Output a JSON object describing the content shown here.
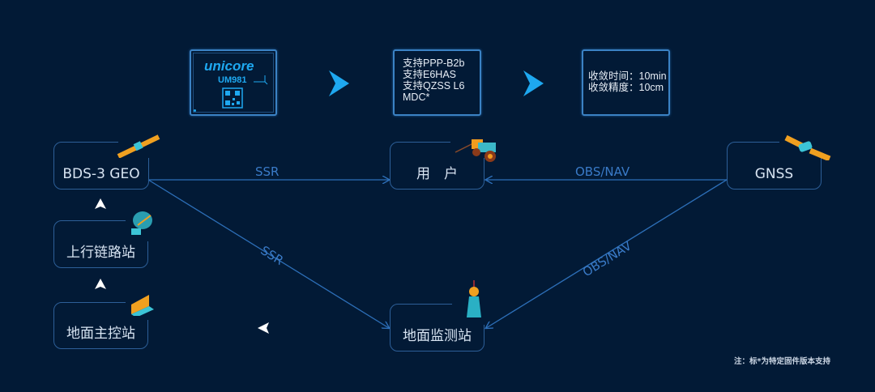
{
  "chip": {
    "brand": "unicore",
    "model": "UM981"
  },
  "features": {
    "lines": [
      "支持PPP-B2b",
      "支持E6HAS",
      "支持QZSS L6",
      "MDC*"
    ]
  },
  "performance": {
    "lines": [
      "收敛时间：10min",
      "收敛精度：10cm"
    ]
  },
  "nodes": {
    "bds": "BDS-3 GEO",
    "user": "用　户",
    "gnss": "GNSS",
    "uplink": "上行链路站",
    "master": "地面主控站",
    "monitor": "地面监测站"
  },
  "edges": {
    "ssr_top": "SSR",
    "ssr_diag": "SSR",
    "obs_top": "OBS/NAV",
    "obs_diag": "OBS/NAV"
  },
  "note": "注：标*为特定固件版本支持",
  "colors": {
    "background": "#021a36",
    "accent": "#1ea8f0",
    "line": "#2d5f98",
    "label": "#3a7bc8"
  }
}
